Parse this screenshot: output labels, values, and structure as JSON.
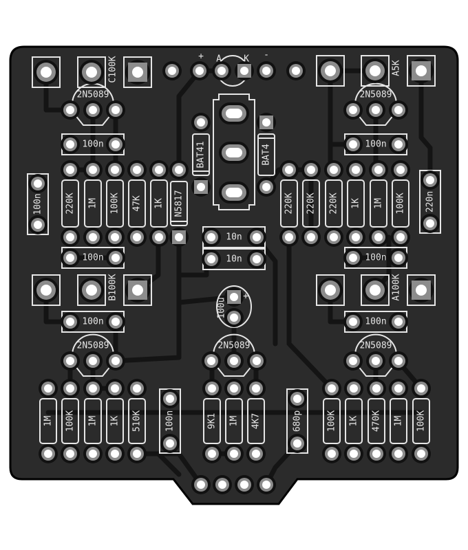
{
  "header_labels": {
    "plus": "+",
    "anode": "A",
    "cathode": "K",
    "minus": "-"
  },
  "pots": [
    "C100K",
    "A5K",
    "B100K",
    "A100K"
  ],
  "transistors": [
    "2N5089",
    "2N5089",
    "2N5089",
    "2N5089",
    "2N5089"
  ],
  "diodes": {
    "left": "BAT41",
    "right": "BAT4",
    "protection": "N5817"
  },
  "capacitors": {
    "top_left_upper": "100n",
    "top_left_lower": "100n",
    "top_right_upper": "100n",
    "top_right_lower": "100n",
    "mid_left": "100n",
    "mid_right": "100n",
    "left_vertical": "100n",
    "right_vertical": "220n",
    "center_upper": "10n",
    "center_lower": "10n",
    "bottom_left_vertical": "100n",
    "bottom_center_vertical": "680p",
    "electrolytic": "100u",
    "electrolytic_polarity": "+"
  },
  "resistors": {
    "top_left": [
      "220K",
      "1M",
      "100K",
      "47K",
      "1K"
    ],
    "top_right": [
      "220K",
      "220K",
      "220K",
      "1K",
      "1M",
      "100K"
    ],
    "bottom_left": [
      "1M",
      "100K",
      "1M",
      "1K",
      "510K"
    ],
    "bottom_center": [
      "9K1",
      "1M",
      "4K7"
    ],
    "bottom_right": [
      "100K",
      "1K",
      "470K",
      "1M",
      "100K"
    ]
  },
  "colors": {
    "board": "#2b2b2b",
    "pad_ring": "#8c8c8c",
    "silkscreen": "#e6e6e6",
    "trace": "#141414"
  }
}
